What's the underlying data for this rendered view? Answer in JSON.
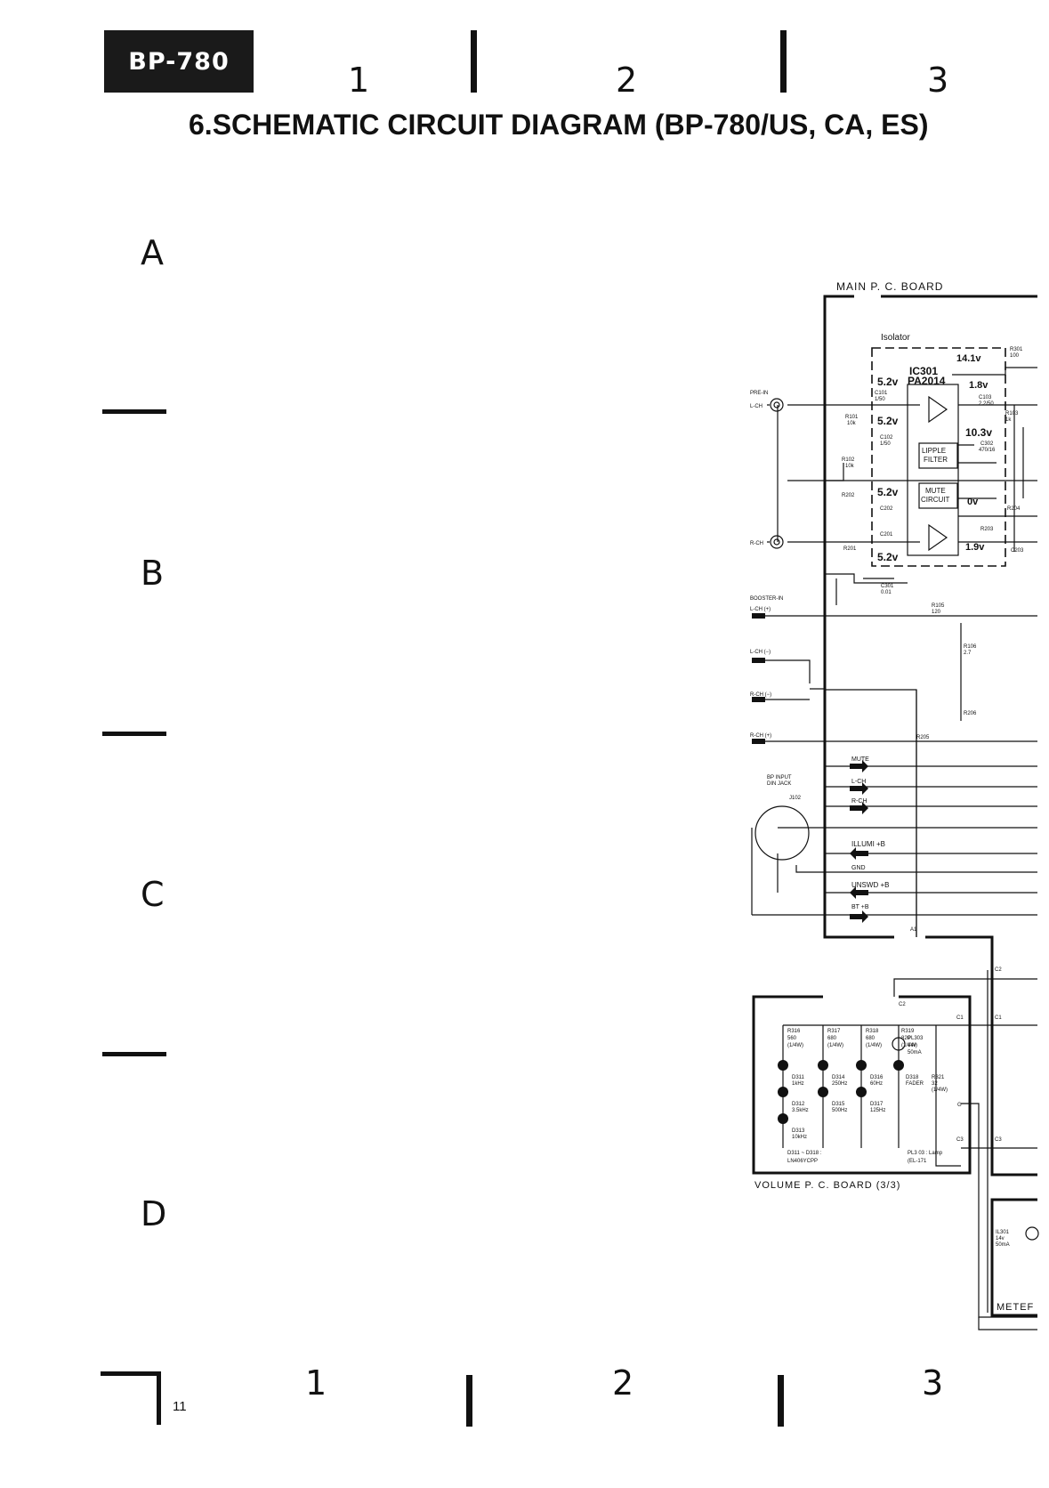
{
  "model_badge": "BP-780",
  "title": "6.SCHEMATIC CIRCUIT DIAGRAM (BP-780/US, CA, ES)",
  "page_number": "11",
  "columns": [
    "1",
    "2",
    "3"
  ],
  "rows": [
    "A",
    "B",
    "C",
    "D"
  ],
  "boards": {
    "main": "MAIN P. C. BOARD",
    "volume": "VOLUME P. C. BOARD (3/3)",
    "meter": "METEF"
  },
  "isolator": {
    "label": "Isolator",
    "ic_ref": "IC301",
    "ic_part": "PA2014",
    "ripple": [
      "LIPPLE",
      "FILTER"
    ],
    "mute": [
      "MUTE",
      "CIRCUIT"
    ],
    "voltages": [
      "5.2v",
      "5.2v",
      "5.2v",
      "5.2v",
      "14.1v",
      "1.8v",
      "10.3v",
      "0v",
      "1.9v"
    ]
  },
  "inputs": {
    "pre_in": "PRE-IN",
    "l_ch": "L-CH",
    "r_ch": "R-CH",
    "booster_in": "BOOSTER-IN",
    "l_ch_plus": "L-CH (+)",
    "l_ch_minus": "L-CH (−)",
    "r_ch_minus": "R-CH (−)",
    "r_ch_plus": "R-CH (+)"
  },
  "din": {
    "label1": "BP INPUT",
    "label2": "DIN JACK",
    "ref": "J102",
    "signals": [
      "MUTE",
      "L-CH",
      "R-CH",
      "ILLUMI +B",
      "GND",
      "UNSWD +B",
      "BT +B"
    ]
  },
  "components": {
    "R101": "R101",
    "R101v": "10k",
    "R102": "R102",
    "R102v": "10k",
    "R201": "R201",
    "R202": "R202",
    "C101": "C101",
    "C101v": "1/50",
    "C102": "C102",
    "C102v": "1/50",
    "C201": "C201",
    "C202": "C202",
    "C301": "C301",
    "C301v": "0.01",
    "C103": "C103",
    "C103v": "2.2/50",
    "C302": "C302",
    "C302v": "470/16",
    "R103": "R103",
    "R103v": "1k",
    "R203": "R203",
    "R204": "R204",
    "C203": "C203",
    "R301": "R301",
    "R301v": "100",
    "R105": "R105",
    "R105v": "120",
    "R106": "R106",
    "R106v": "2.7",
    "R206": "R206",
    "R205": "R205"
  },
  "volume_board": {
    "resistors": [
      {
        "ref": "R316",
        "val": "560",
        "w": "(1/4W)"
      },
      {
        "ref": "R317",
        "val": "680",
        "w": "(1/4W)"
      },
      {
        "ref": "R318",
        "val": "680",
        "w": "(1/4W)"
      },
      {
        "ref": "R319",
        "val": "820",
        "w": "(1/4W)"
      }
    ],
    "leds": [
      {
        "ref": "D311",
        "f": "1kHz"
      },
      {
        "ref": "D312",
        "f": "3.5kHz"
      },
      {
        "ref": "D313",
        "f": "10kHz"
      },
      {
        "ref": "D314",
        "f": "250Hz"
      },
      {
        "ref": "D315",
        "f": "500Hz"
      },
      {
        "ref": "D316",
        "f": "60Hz"
      },
      {
        "ref": "D317",
        "f": "125Hz"
      },
      {
        "ref": "D318",
        "f": "FADER"
      }
    ],
    "lamp": {
      "ref": "PL303",
      "v": "14v",
      "i": "50mA"
    },
    "r321": {
      "ref": "R321",
      "val": "32",
      "w": "(1/4W)"
    },
    "note1": "D311 ~ D318 :",
    "note2": "LN406YCPP",
    "note3": "PL3 03 : Lamp",
    "note4": "(EL-171"
  },
  "meter_lamp": {
    "ref": "IL301",
    "v": "14v",
    "i": "50mA"
  },
  "nodes": [
    "C2",
    "C1",
    "C3",
    "A1",
    "G",
    "C2",
    "C1",
    "C3"
  ]
}
